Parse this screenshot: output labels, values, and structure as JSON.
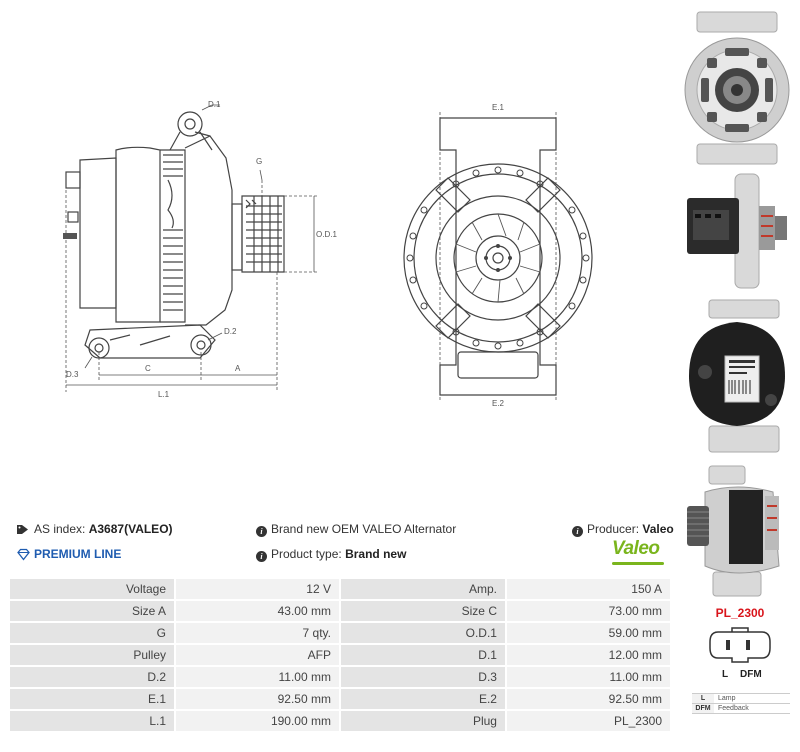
{
  "drawing_labels": {
    "d1": "D.1",
    "g": "G",
    "od1": "O.D.1",
    "d2": "D.2",
    "d3": "D.3",
    "c": "C",
    "a": "A",
    "l1": "L.1",
    "e1": "E.1",
    "e2": "E.2"
  },
  "info": {
    "as_index_label": "AS index:",
    "as_index_value": "A3687(VALEO)",
    "description": "Brand new OEM VALEO Alternator",
    "producer_label": "Producer:",
    "producer_value": "Valeo",
    "premium_line": "PREMIUM LINE",
    "product_type_label": "Product type:",
    "product_type_value": "Brand new",
    "brand_logo": "Valeo"
  },
  "specs": [
    {
      "k1": "Voltage",
      "v1": "12 V",
      "k2": "Amp.",
      "v2": "150 A"
    },
    {
      "k1": "Size A",
      "v1": "43.00 mm",
      "k2": "Size C",
      "v2": "73.00 mm"
    },
    {
      "k1": "G",
      "v1": "7 qty.",
      "k2": "O.D.1",
      "v2": "59.00 mm"
    },
    {
      "k1": "Pulley",
      "v1": "AFP",
      "k2": "D.1",
      "v2": "12.00 mm"
    },
    {
      "k1": "D.2",
      "v1": "11.00 mm",
      "k2": "D.3",
      "v2": "11.00 mm"
    },
    {
      "k1": "E.1",
      "v1": "92.50 mm",
      "k2": "E.2",
      "v2": "92.50 mm"
    },
    {
      "k1": "L.1",
      "v1": "190.00 mm",
      "k2": "Plug",
      "v2": "PL_2300"
    }
  ],
  "plug": {
    "title": "PL_2300",
    "pin_l": "L",
    "pin_dfm": "DFM",
    "legend": [
      {
        "code": "L",
        "desc": "Lamp"
      },
      {
        "code": "DFM",
        "desc": "Feedback"
      }
    ]
  },
  "colors": {
    "accent_red": "#d9141b",
    "premium_blue": "#1f5cb0",
    "valeo_green": "#7ab51d"
  },
  "icons": [
    "tag-icon",
    "info-icon",
    "diamond-icon"
  ]
}
